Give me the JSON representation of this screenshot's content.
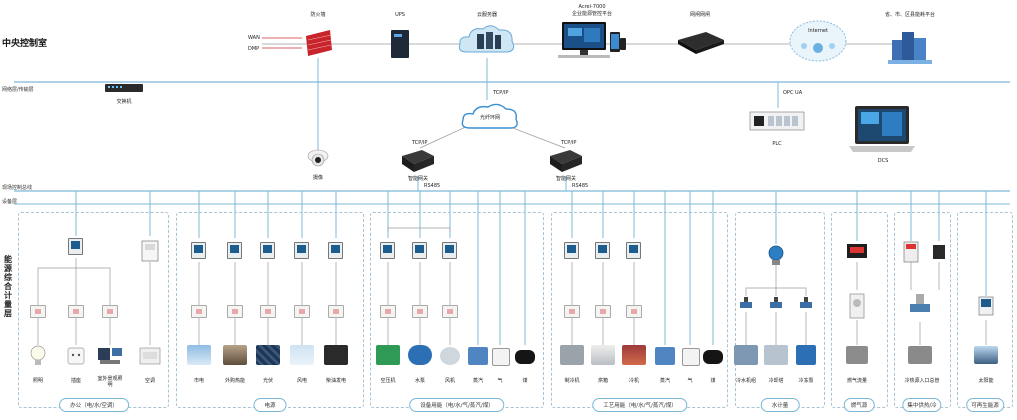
{
  "colors": {
    "bus": "#7fb9d8",
    "dashed_box": "#a8c4d4",
    "connector": "#9a9a9a",
    "meter_screen": "#1d5d8d"
  },
  "header": {
    "room_title": "中央控制室"
  },
  "top_devices": {
    "firewall": "防火墙",
    "ups": "UPS",
    "cloud_server": "云服务器",
    "platform_line1": "Acrel-7000",
    "platform_line2": "企业能源管控平台",
    "gateway": "网闸网闸",
    "internet": "Internet",
    "provincial": "省、市、区县能耗平台",
    "wan_left_1": "WAN",
    "wan_left_2": "DMP"
  },
  "networks": {
    "mgmt_net": "网络层/传输层",
    "switch": "交换机",
    "tcpip_center": "TCP/IP",
    "ring": "光纤环网",
    "opc": "OPC UA",
    "plc": "PLC",
    "dcs": "DCS",
    "camera": "摄像",
    "tcpip_left": "TCP/IP",
    "tcpip_right": "TCP/IP",
    "gw_left": "智能网关",
    "gw_right": "智能网关",
    "rs485_left": "RS485",
    "rs485_right": "RS485",
    "field_bus": "现场控制总线",
    "device_layer": "设备层"
  },
  "side_title": "能源综合计量层",
  "groups": [
    {
      "label": "办公（电/水/空调）"
    },
    {
      "label": "电源"
    },
    {
      "label": "设备用能（电/水/气/蒸汽/煤）"
    },
    {
      "label": "工艺用能（电/水/气/蒸汽/煤）"
    },
    {
      "label": "水计量"
    },
    {
      "label": "燃气源"
    },
    {
      "label": "集中供热/冷"
    },
    {
      "label": "可再生能源"
    }
  ],
  "items": {
    "office": [
      "照明",
      "插座",
      "室外景观照明",
      "空调"
    ],
    "power": [
      "市电",
      "外购热能",
      "光伏",
      "风电",
      "柴油发电"
    ],
    "equip": [
      "空压机",
      "水泵",
      "风机",
      "蒸汽",
      "气",
      "煤"
    ],
    "process": [
      "制冷机",
      "烘箱",
      "冷机",
      "蒸汽",
      "气",
      "煤"
    ],
    "water": [
      "冷水机组",
      "冷却塔",
      "冷冻泵"
    ],
    "gas": [
      "燃气流量"
    ],
    "heat": [
      "冷热源入口总管"
    ],
    "renew": [
      "太阳能"
    ]
  }
}
